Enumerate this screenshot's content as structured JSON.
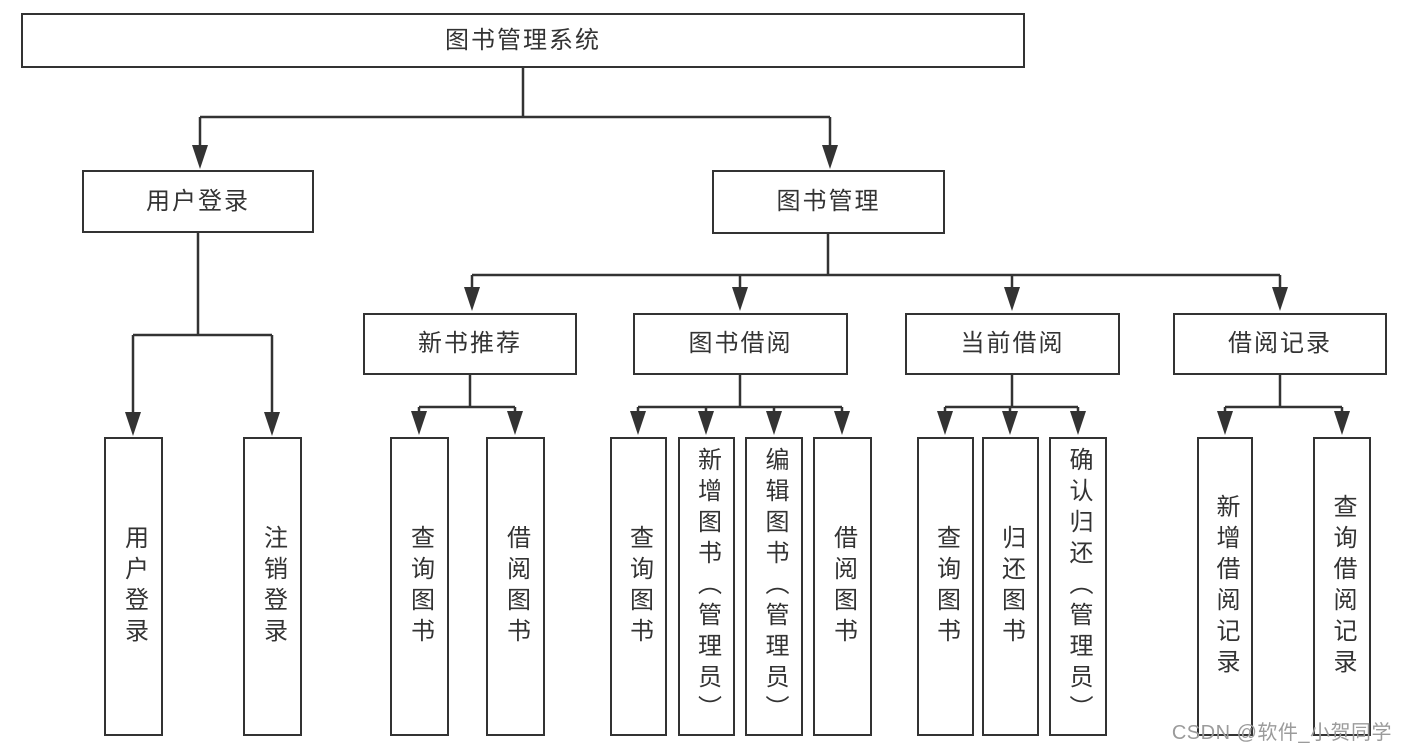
{
  "diagram": {
    "title": "图书管理系统",
    "level2": [
      {
        "label": "用户登录",
        "children": [
          "用户登录",
          "注销登录"
        ]
      },
      {
        "label": "图书管理",
        "sections": [
          {
            "label": "新书推荐",
            "children": [
              "查询图书",
              "借阅图书"
            ]
          },
          {
            "label": "图书借阅",
            "children": [
              "查询图书",
              "新增图书（管理员）",
              "编辑图书（管理员）",
              "借阅图书"
            ]
          },
          {
            "label": "当前借阅",
            "children": [
              "查询图书",
              "归还图书",
              "确认归还（管理员）"
            ]
          },
          {
            "label": "借阅记录",
            "children": [
              "新增借阅记录",
              "查询借阅记录"
            ]
          }
        ]
      }
    ],
    "watermark": "CSDN @软件_小贺同学",
    "colors": {
      "line": "#333333",
      "text": "#333333",
      "watermark": "#9b9b9b",
      "background": "#ffffff"
    }
  }
}
